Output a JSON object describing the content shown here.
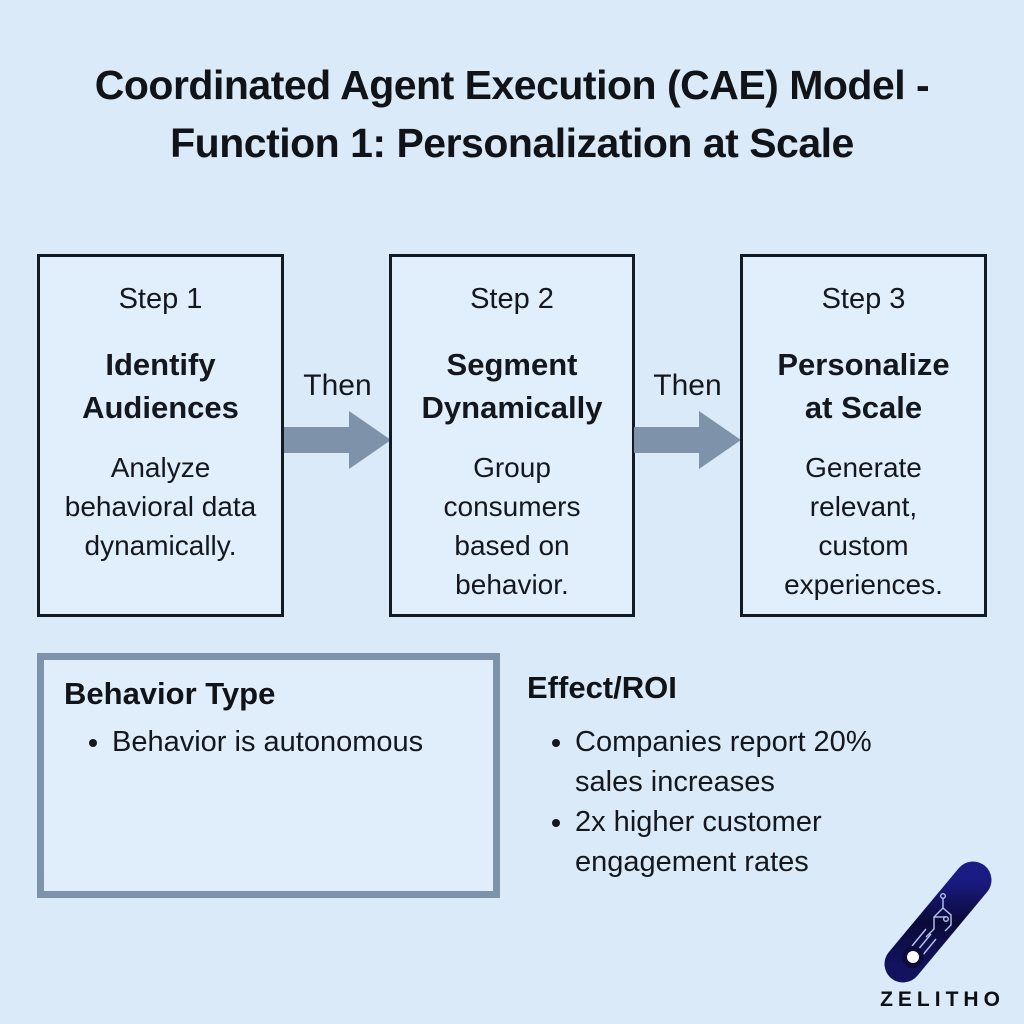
{
  "title": "Coordinated Agent Execution (CAE) Model -\nFunction 1: Personalization at Scale",
  "steps": [
    {
      "label": "Step 1",
      "heading": "Identify\nAudiences",
      "body": "Analyze\nbehavioral data\ndynamically."
    },
    {
      "label": "Step 2",
      "heading": "Segment\nDynamically",
      "body": "Group\nconsumers\nbased on\nbehavior."
    },
    {
      "label": "Step 3",
      "heading": "Personalize\nat Scale",
      "body": "Generate\nrelevant,\ncustom\nexperiences."
    }
  ],
  "connectors": [
    {
      "label": "Then"
    },
    {
      "label": "Then"
    }
  ],
  "behavior_type": {
    "heading": "Behavior Type",
    "bullets": [
      "Behavior is autonomous"
    ]
  },
  "effect_roi": {
    "heading": "Effect/ROI",
    "bullets": [
      "Companies report 20%\nsales increases",
      "2x higher customer\nengagement rates"
    ]
  },
  "logo": {
    "brand": "ZELITHO",
    "icon": "z-circuit-logo"
  },
  "colors": {
    "background": "#dbeaf8",
    "box_fill": "#e1eefb",
    "box_border": "#121a23",
    "slate_accent": "#7e93a9",
    "text": "#14181e",
    "logo_blue_bright": "#2b3cd8",
    "logo_blue_mid": "#2a2ab4",
    "logo_navy_dark": "#0b0b3c",
    "logo_circuit_line": "#b9c4f0"
  }
}
